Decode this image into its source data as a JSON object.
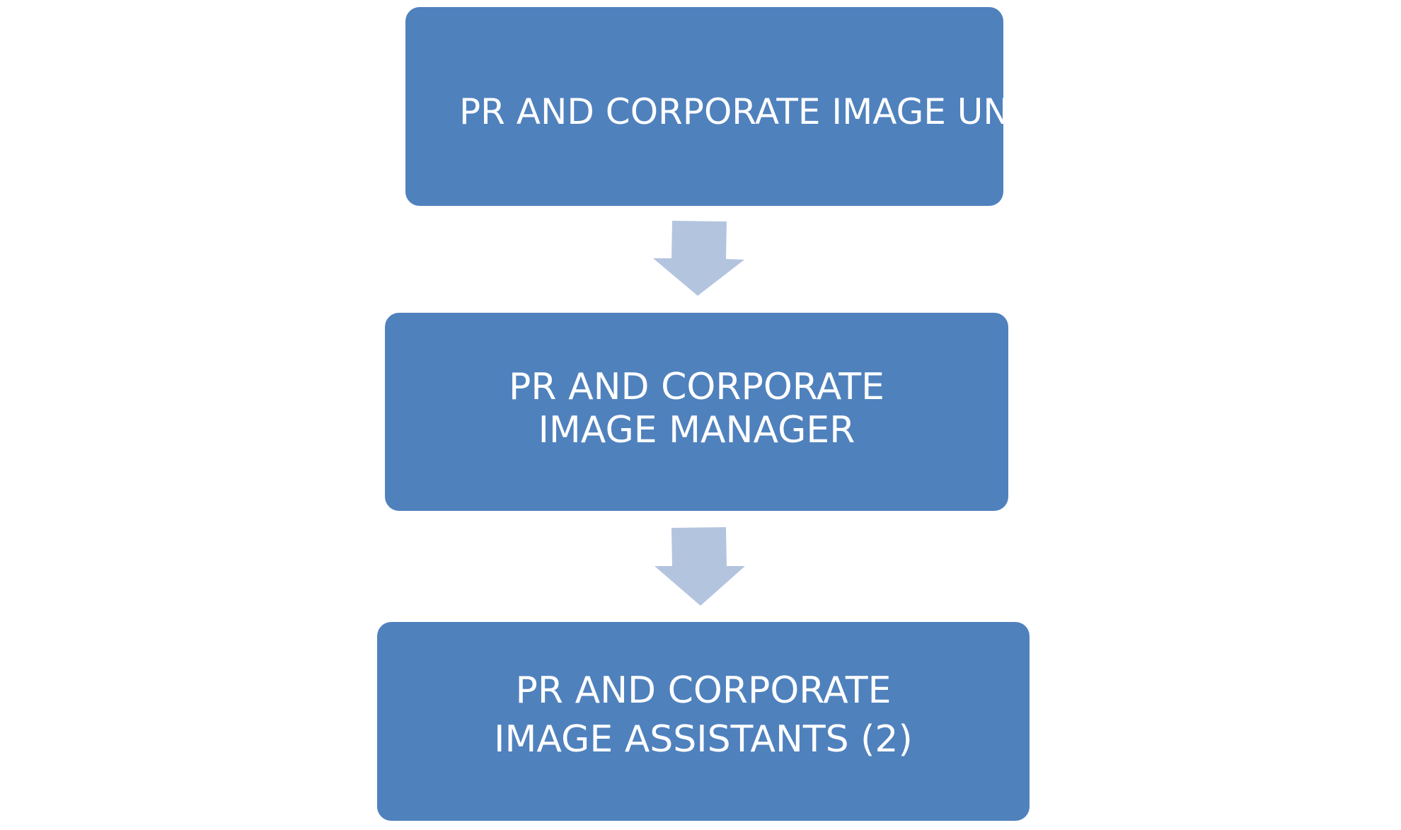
{
  "diagram": {
    "boxes": [
      {
        "label": "PR AND CORPORATE IMAGE UNIT"
      },
      {
        "label": "PR AND CORPORATE IMAGE MANAGER"
      },
      {
        "label": "PR AND CORPORATE IMAGE ASSISTANTS (2)"
      }
    ],
    "colors": {
      "box_fill": "#4f81bd",
      "box_text": "#ffffff",
      "arrow_fill": "#b3c4df",
      "background": "#ffffff"
    }
  }
}
